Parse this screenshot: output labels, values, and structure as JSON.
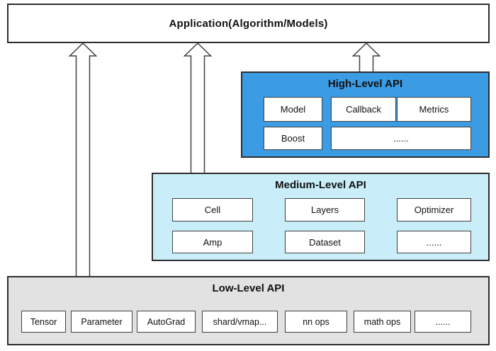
{
  "application": {
    "label": "Application(Algorithm/Models)"
  },
  "layers": {
    "high": {
      "title": "High-Level API",
      "items": [
        "Model",
        "Callback",
        "Metrics",
        "Boost",
        "......"
      ]
    },
    "medium": {
      "title": "Medium-Level API",
      "items": [
        "Cell",
        "Layers",
        "Optimizer",
        "Amp",
        "Dataset",
        "......"
      ]
    },
    "low": {
      "title": "Low-Level API",
      "items": [
        "Tensor",
        "Parameter",
        "AutoGrad",
        "shard/vmap...",
        "nn ops",
        "math ops",
        "......"
      ]
    }
  },
  "icons": {
    "up_arrow": "block-arrow-up"
  },
  "colors": {
    "high_fill": "#3B9BE3",
    "medium_fill": "#C9EEFA",
    "low_fill": "#E2E2E2",
    "panel_border": "#2E2E2E",
    "item_border": "#404040",
    "item_fill": "#FFFFFF",
    "text": "#111111",
    "arrow_fill": "#FFFFFF",
    "arrow_stroke": "#404040"
  }
}
